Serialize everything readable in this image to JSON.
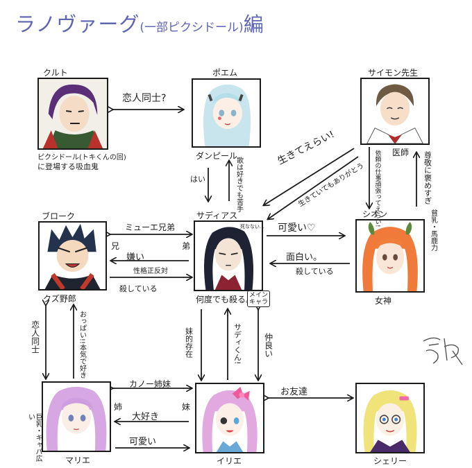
{
  "title": {
    "main": "ラノヴァーグ",
    "sub": "(一部ピクシドール)",
    "suffix": "編"
  },
  "characters": {
    "kurt": {
      "name": "クルト",
      "note1": "ピクシドール(トキくんの回)",
      "note2": "に登場する吸血鬼"
    },
    "poem": {
      "name": "ポエム",
      "role": "ダンピール"
    },
    "simon": {
      "name": "サイモン先生",
      "role": "医師"
    },
    "brock": {
      "name": "ブローク",
      "note": "クズ野郎"
    },
    "sadias": {
      "name": "サディアス",
      "badge": "メイン\nキャラ"
    },
    "sion": {
      "name": "シオン",
      "role": "女神"
    },
    "marie": {
      "name": "マリエ",
      "note": "巨乳・キャパ広い"
    },
    "irie": {
      "name": "イリエ"
    },
    "shelly": {
      "name": "シェリー"
    }
  },
  "relations": {
    "kurt_poem": "恋人同士?",
    "poem_sadias_left": "はい",
    "poem_sadias_right": "歌は好きでも苦手",
    "simon_sadias_1": "生きてえらい!",
    "simon_sadias_2": "生きていてもありがとう",
    "simon_sion": "依頼の仕事頑張ってえらい!",
    "sion_simon": "尊敬に褒めすぎ",
    "sion_side": "貧乳・馬鹿力",
    "brock_sadias_top": "ミューエ兄弟",
    "brock_bro": "兄",
    "sadias_bro": "弟",
    "brock_sadias_mid": "嫌い",
    "brock_sadias_opp": "性格正反対",
    "brock_sadias_bottom": "殺している",
    "sadias_sion": "可愛い♡",
    "sion_sadias_1": "面白い。",
    "sion_sadias_2": "殺している",
    "sadias_note": "何度でも殺る。",
    "sadias_thought": "死なない…",
    "brock_marie": "恋人同士",
    "marie_brock": "おっぱい!!本気で好き",
    "sadias_irie_1": "妹的存在",
    "irie_sadias": "サディくん!",
    "sadias_irie_2": "仲良い",
    "marie_irie_top": "カノー姉妹",
    "marie_sis": "姉",
    "irie_sis": "妹",
    "irie_marie": "大好き",
    "marie_irie": "可愛い",
    "irie_shelly": "お友達"
  },
  "colors": {
    "title": "#5e66b4",
    "ink": "#1a1a1a"
  }
}
